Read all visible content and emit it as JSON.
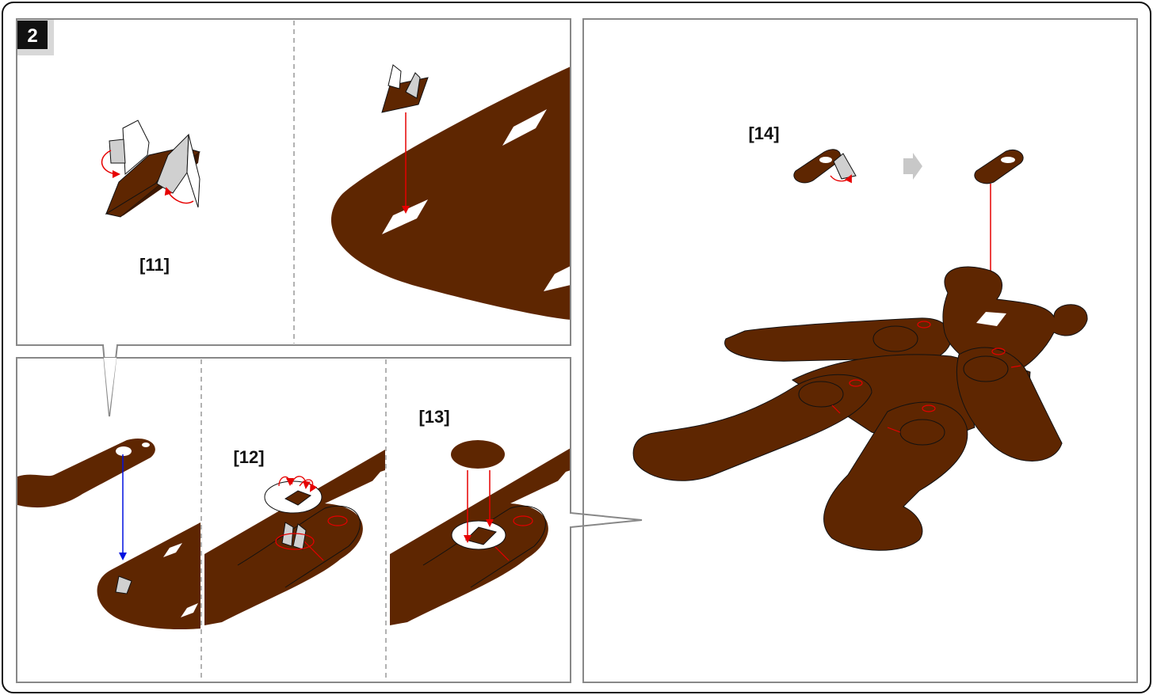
{
  "step_badge": "2",
  "labels": {
    "step11": "[11]",
    "step12": "[12]",
    "step13": "[13]",
    "step14": "[14]"
  },
  "colors": {
    "cardboard": "#5e2601",
    "panel_border": "#888888",
    "outer_border": "#111111",
    "arrow_red": "#e60000",
    "arrow_blue": "#0010e0",
    "tab_gray": "#d0d0d0",
    "next_arrow": "#c8c8c8"
  }
}
